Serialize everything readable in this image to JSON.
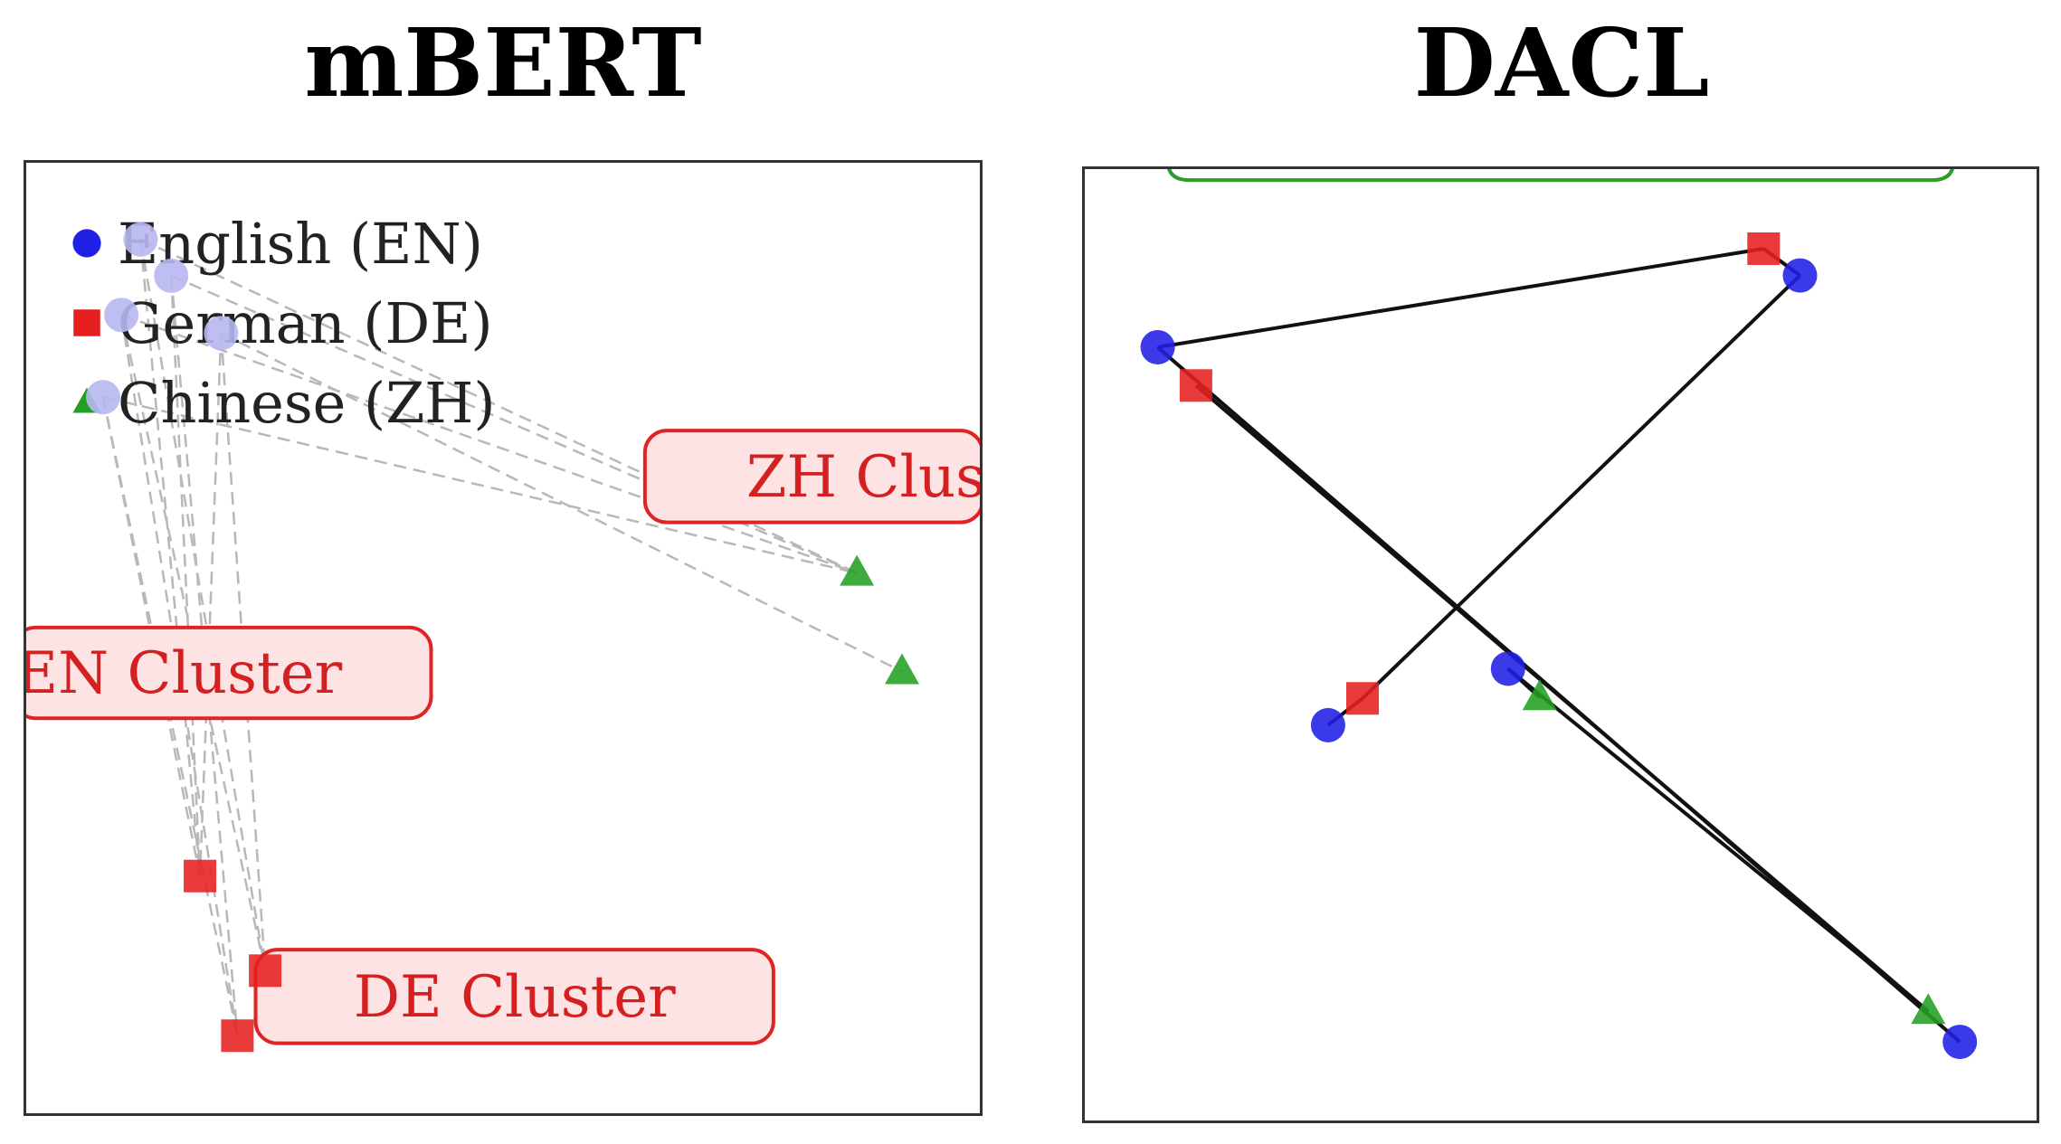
{
  "chart_data": [
    {
      "type": "scatter",
      "title": "mBERT",
      "legend": {
        "placement": "top-left",
        "entries": [
          {
            "label": "English (EN)",
            "marker": "circle",
            "color": "#1f1fe6"
          },
          {
            "label": "German (DE)",
            "marker": "square",
            "color": "#e62020"
          },
          {
            "label": "Chinese (ZH)",
            "marker": "triangle",
            "color": "#22a022"
          }
        ]
      },
      "xlim": [
        0,
        100
      ],
      "ylim": [
        0,
        100
      ],
      "grid": false,
      "series": [
        {
          "name": "English (EN)",
          "marker": "circle",
          "color": "#b7b7f2",
          "points": [
            [
              12.2,
              91.7
            ],
            [
              15.4,
              87.9
            ],
            [
              10.2,
              83.8
            ],
            [
              20.6,
              81.9
            ],
            [
              8.3,
              75.2
            ]
          ]
        },
        {
          "name": "German (DE)",
          "marker": "square",
          "color": "#e62020",
          "points": [
            [
              18.4,
              25.1
            ],
            [
              25.2,
              15.2
            ],
            [
              22.3,
              8.4
            ]
          ]
        },
        {
          "name": "Chinese (ZH)",
          "marker": "triangle",
          "color": "#22a022",
          "points": [
            [
              86.9,
              56.8
            ],
            [
              91.6,
              46.5
            ]
          ]
        }
      ],
      "links": [
        [
          [
            12.2,
            91.7
          ],
          [
            86.9,
            56.8
          ]
        ],
        [
          [
            15.4,
            87.9
          ],
          [
            86.9,
            56.8
          ]
        ],
        [
          [
            10.2,
            83.8
          ],
          [
            86.9,
            56.8
          ]
        ],
        [
          [
            20.6,
            81.9
          ],
          [
            91.6,
            46.5
          ]
        ],
        [
          [
            8.3,
            75.2
          ],
          [
            86.9,
            56.8
          ]
        ],
        [
          [
            12.2,
            91.7
          ],
          [
            18.4,
            25.1
          ]
        ],
        [
          [
            15.4,
            87.9
          ],
          [
            18.4,
            25.1
          ]
        ],
        [
          [
            10.2,
            83.8
          ],
          [
            22.3,
            8.4
          ]
        ],
        [
          [
            20.6,
            81.9
          ],
          [
            25.2,
            15.2
          ]
        ],
        [
          [
            8.3,
            75.2
          ],
          [
            22.3,
            8.4
          ]
        ],
        [
          [
            12.2,
            91.7
          ],
          [
            25.2,
            15.2
          ]
        ],
        [
          [
            15.4,
            87.9
          ],
          [
            22.3,
            8.4
          ]
        ],
        [
          [
            20.6,
            81.9
          ],
          [
            18.4,
            25.1
          ]
        ],
        [
          [
            10.2,
            83.8
          ],
          [
            25.2,
            15.2
          ]
        ],
        [
          [
            8.3,
            75.2
          ],
          [
            18.4,
            25.1
          ]
        ]
      ],
      "annotations": [
        {
          "text": "ZH Clus",
          "x": 64.8,
          "y": 71.7,
          "x2": 100,
          "y2": 62.1
        },
        {
          "text": "EN Cluster",
          "x": -1,
          "y": 51.1,
          "x2": 42.5,
          "y2": 41.6
        },
        {
          "text": "DE Cluster",
          "x": 24.2,
          "y": 17.4,
          "x2": 78.2,
          "y2": 7.6
        }
      ]
    },
    {
      "type": "scatter",
      "title": "DACL",
      "xlim": [
        0,
        100
      ],
      "ylim": [
        0,
        100
      ],
      "grid": false,
      "series": [
        {
          "name": "English (EN)",
          "marker": "circle",
          "color": "#1f1fe6",
          "points": [
            [
              7.9,
              81.1
            ],
            [
              75.0,
              88.6
            ],
            [
              44.5,
              47.5
            ],
            [
              25.7,
              41.6
            ],
            [
              91.7,
              8.5
            ]
          ]
        },
        {
          "name": "German (DE)",
          "marker": "square",
          "color": "#e62020",
          "points": [
            [
              71.2,
              91.4
            ],
            [
              11.9,
              77.1
            ],
            [
              29.3,
              44.4
            ]
          ]
        },
        {
          "name": "Chinese (ZH)",
          "marker": "triangle",
          "color": "#22a022",
          "points": [
            [
              47.8,
              44.5
            ],
            [
              88.4,
              11.7
            ]
          ]
        }
      ],
      "links": [
        [
          [
            7.9,
            81.1
          ],
          [
            71.2,
            91.4
          ]
        ],
        [
          [
            71.2,
            91.4
          ],
          [
            75.0,
            88.6
          ]
        ],
        [
          [
            7.9,
            81.1
          ],
          [
            91.7,
            8.5
          ]
        ],
        [
          [
            11.9,
            77.1
          ],
          [
            88.4,
            11.7
          ]
        ],
        [
          [
            75.0,
            88.6
          ],
          [
            29.3,
            44.4
          ]
        ],
        [
          [
            29.3,
            44.4
          ],
          [
            25.7,
            41.6
          ]
        ],
        [
          [
            44.5,
            47.5
          ],
          [
            88.4,
            11.7
          ]
        ],
        [
          [
            44.5,
            47.5
          ],
          [
            47.8,
            44.5
          ]
        ]
      ],
      "annotations": [
        {
          "type": "bracket",
          "color": "#2a9d2a",
          "x": 9.0,
          "x2": 91.0,
          "y": 99.7
        }
      ]
    }
  ]
}
